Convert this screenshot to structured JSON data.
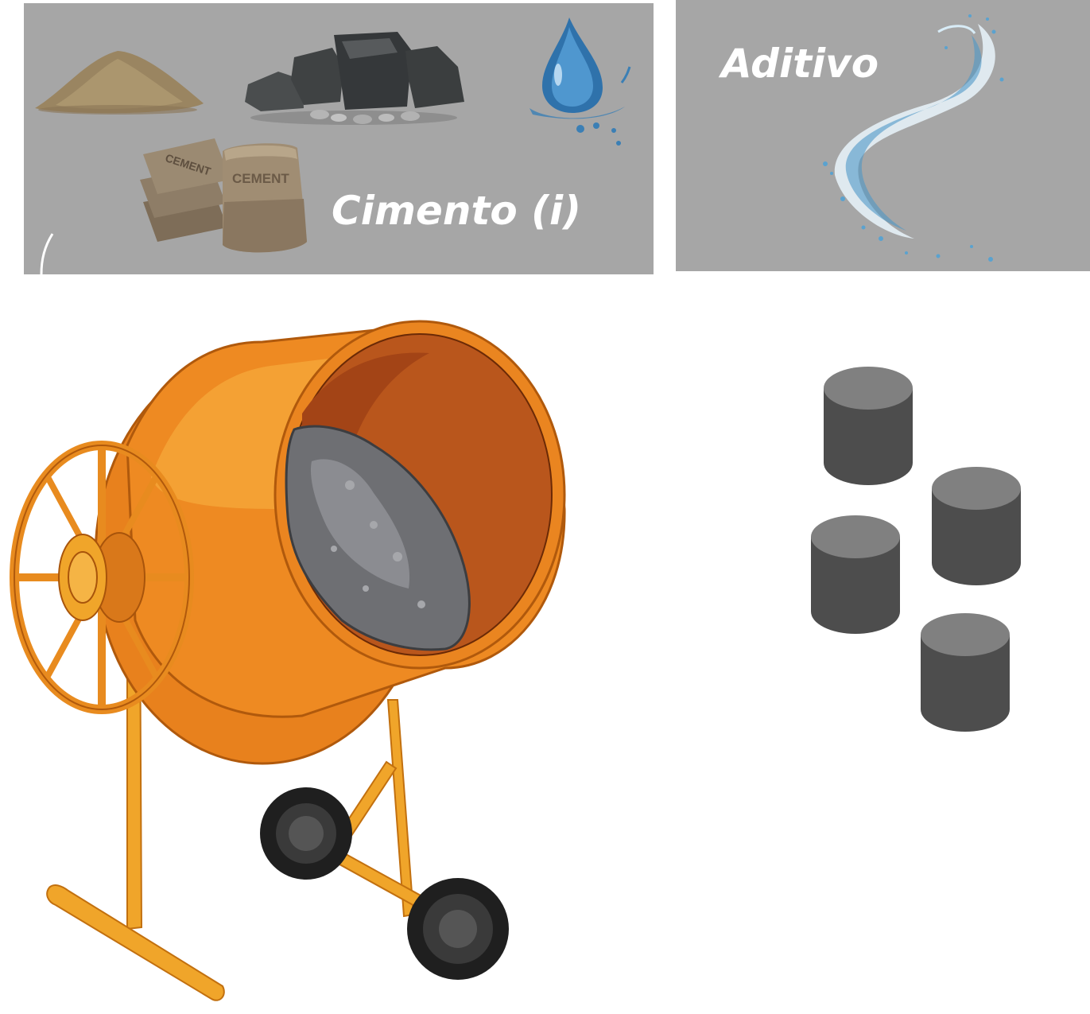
{
  "materials_panel": {
    "caption": "Cimento (i)",
    "bag_label": "CEMENT",
    "bag_label_side": "CEMENT"
  },
  "additive_panel": {
    "caption": "Aditivo"
  },
  "colors": {
    "panel_bg": "#a6a6a6",
    "caption_text": "#ffffff",
    "mixer_orange": "#ee8a22",
    "mixer_inner": "#b9561c",
    "concrete_grey": "#6e6f73",
    "wheel_black": "#1f1f1f",
    "sample_top": "#808080",
    "sample_body": "#4d4d4d"
  },
  "icons": [
    "sand-pile-icon",
    "stones-icon",
    "water-drop-icon",
    "cement-bags-icon",
    "water-splash-icon",
    "concrete-mixer-icon",
    "cylinder-sample-icon"
  ],
  "samples_count": 4
}
